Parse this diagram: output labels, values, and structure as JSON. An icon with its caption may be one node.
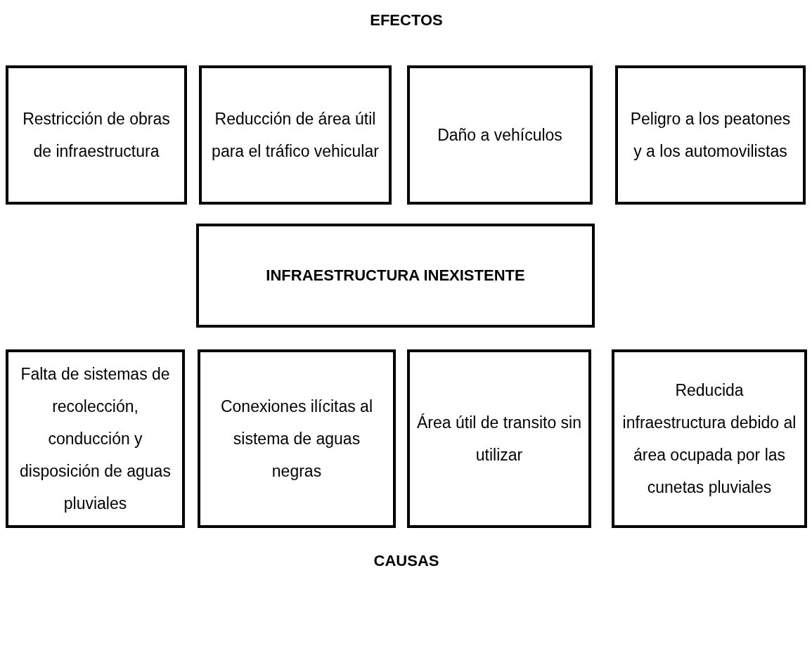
{
  "diagram": {
    "nodes": [
      {
        "text": [
          "Restricción de obras de infraestructura"
        ]
      },
      {
        "text": [
          "Reducción de área útil para el tráfico vehicular"
        ]
      },
      {
        "text": [
          "Daño a vehículos"
        ]
      },
      {
        "text": [
          "Peligro a los peatones y a los automovilistas"
        ]
      },
      {
        "text": [
          "INFRAESTRUCTURA INEXISTENTE"
        ]
      },
      {
        "text": [
          "Falta de sistemas de recolección, conducción y disposición de aguas pluviales"
        ]
      },
      {
        "text": [
          "Conexiones ilícitas al sistema de aguas negras"
        ]
      },
      {
        "text": [
          "Área útil de transito sin utilizar"
        ]
      },
      {
        "text": [
          "Reducida infraestructura debido al área ocupada por las cunetas pluviales"
        ]
      }
    ],
    "labels": [
      "EFECTOS",
      "CAUSAS"
    ]
  }
}
